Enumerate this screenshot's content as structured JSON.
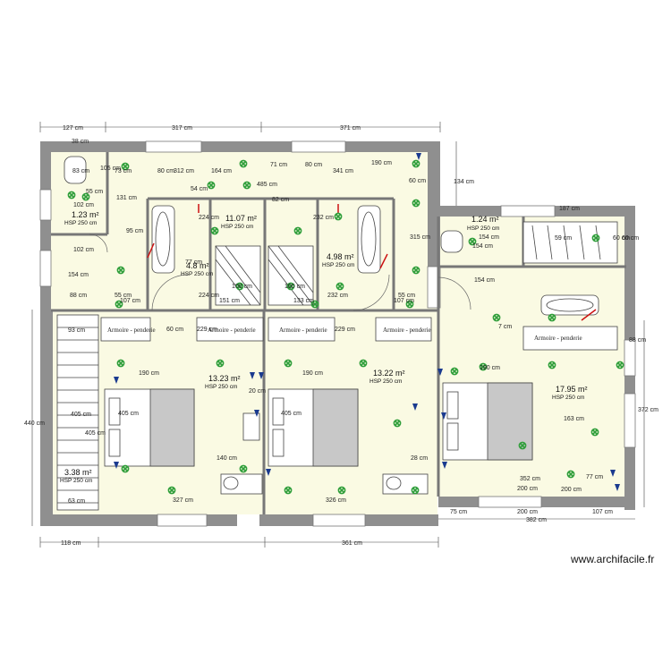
{
  "plan": {
    "watermark": "www.archifacile.fr",
    "colors": {
      "wall": "#8f8f8f",
      "floor": "#fafae3",
      "line": "#555555",
      "dimension": "#333333",
      "light": "#2f9e3a",
      "switch": "#1a3a8f",
      "accent": "#cc1111"
    },
    "rooms": [
      {
        "area": "1.23 m²",
        "height": "HSP 250 cm"
      },
      {
        "area": "11.07 m²",
        "height": "HSP 250 cm"
      },
      {
        "area": "4.8 m²",
        "height": "HSP 250 cm"
      },
      {
        "area": "4.98 m²",
        "height": "HSP 250 cm"
      },
      {
        "area": "1.24 m²",
        "height": "HSP 250 cm"
      },
      {
        "area": "13.23 m²",
        "height": "HSP 250 cm"
      },
      {
        "area": "13.22 m²",
        "height": "HSP 250 cm"
      },
      {
        "area": "17.95 m²",
        "height": "HSP 250 cm"
      },
      {
        "area": "3.38 m²",
        "height": "HSP 250 cm"
      }
    ],
    "furniture": [
      "Armoire - penderie",
      "Armoire - penderie",
      "Armoire - penderie",
      "Armoire - penderie",
      "Armoire - penderie"
    ],
    "dimensions": {
      "top_outer": [
        "127 cm",
        "317 cm",
        "371 cm"
      ],
      "top_inner": [
        "38 cm",
        "73 cm",
        "80 cm",
        "312 cm",
        "164 cm",
        "71 cm",
        "80 cm",
        "341 cm",
        "190 cm",
        "83 cm",
        "54 cm",
        "485 cm",
        "82 cm",
        "224 cm",
        "232 cm",
        "100 cm",
        "100 cm"
      ],
      "middle": [
        "77 cm",
        "102 cm",
        "88 cm",
        "55 cm",
        "107 cm",
        "224 cm",
        "151 cm",
        "133 cm",
        "232 cm",
        "55 cm",
        "107 cm",
        "229 cm",
        "229 cm",
        "190 cm",
        "190 cm",
        "140 cm",
        "327 cm",
        "326 cm",
        "93 cm",
        "63 cm",
        "28 cm",
        "20 cm"
      ],
      "right": [
        "134 cm",
        "187 cm",
        "154 cm",
        "154 cm",
        "154 cm",
        "59 cm",
        "60 cm",
        "352 cm",
        "200 cm",
        "200 cm",
        "77 cm",
        "75 cm",
        "200 cm",
        "107 cm",
        "382 cm",
        "163 cm",
        "190 cm",
        "372 cm",
        "88 cm"
      ],
      "bottom_outer": [
        "118 cm",
        "361 cm"
      ],
      "left": [
        "440 cm",
        "154 cm",
        "102 cm"
      ],
      "vertical_small": [
        "131 cm",
        "105 cm",
        "55 cm",
        "60 cm",
        "95 cm",
        "315 cm",
        "405 cm",
        "405 cm",
        "405 cm",
        "405 cm",
        "60 cm",
        "60 cm",
        "7 cm"
      ]
    }
  }
}
